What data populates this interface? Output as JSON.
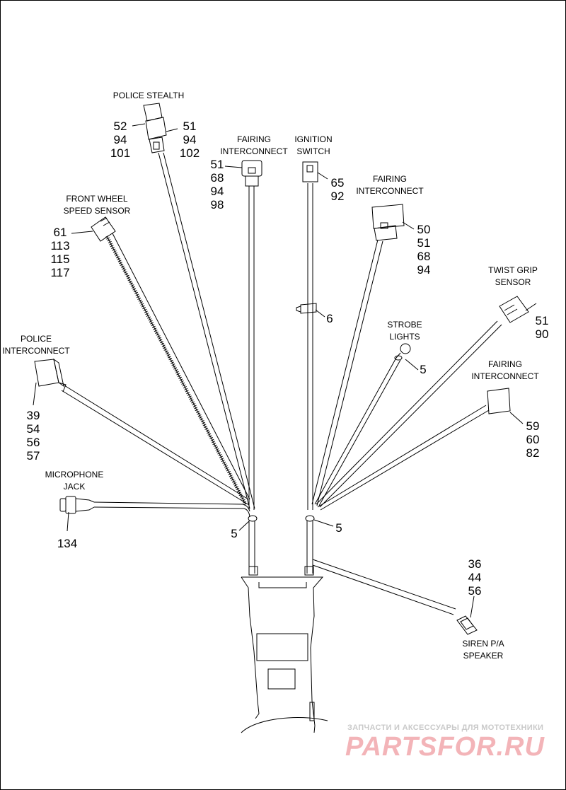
{
  "labels": {
    "police_stealth": "POLICE STEALTH",
    "fairing_interconnect_center": "FAIRING\nINTERCONNECT",
    "ignition_switch": "IGNITION\nSWITCH",
    "fairing_interconnect_right": "FAIRING\nINTERCONNECT",
    "front_wheel_speed_sensor": "FRONT WHEEL\nSPEED SENSOR",
    "twist_grip_sensor": "TWIST GRIP\nSENSOR",
    "strobe_lights": "STROBE\nLIGHTS",
    "police_interconnect": "POLICE\nINTERCONNECT",
    "fairing_interconnect_lower": "FAIRING\nINTERCONNECT",
    "microphone_jack": "MICROPHONE\nJACK",
    "siren_pa_speaker": "SIREN P/A\nSPEAKER"
  },
  "part_numbers": {
    "police_stealth_left": "52\n94\n101",
    "police_stealth_right": "51\n94\n102",
    "fairing_center": "51\n68\n94\n98",
    "ignition_switch": "65\n92",
    "fairing_right": "50\n51\n68\n94",
    "front_wheel_speed_sensor": "61\n113\n115\n117",
    "clip_center": "6",
    "twist_grip_sensor": "51\n90",
    "strobe_lights": "5",
    "police_interconnect": "39\n54\n56\n57",
    "fairing_lower": "59\n60\n82",
    "microphone_jack": "134",
    "clamp_left": "5",
    "clamp_right": "5",
    "siren_pa_speaker": "36\n44\n56"
  },
  "watermark": {
    "line1": "ЗАПЧАСТИ И АКСЕССУАРЫ ДЛЯ МОТОТЕХНИКИ",
    "line2": "PARTSFOR.RU"
  },
  "colors": {
    "line": "#000000",
    "watermark_text": "#c9c9c9",
    "watermark_logo": "#f3b4b8"
  }
}
